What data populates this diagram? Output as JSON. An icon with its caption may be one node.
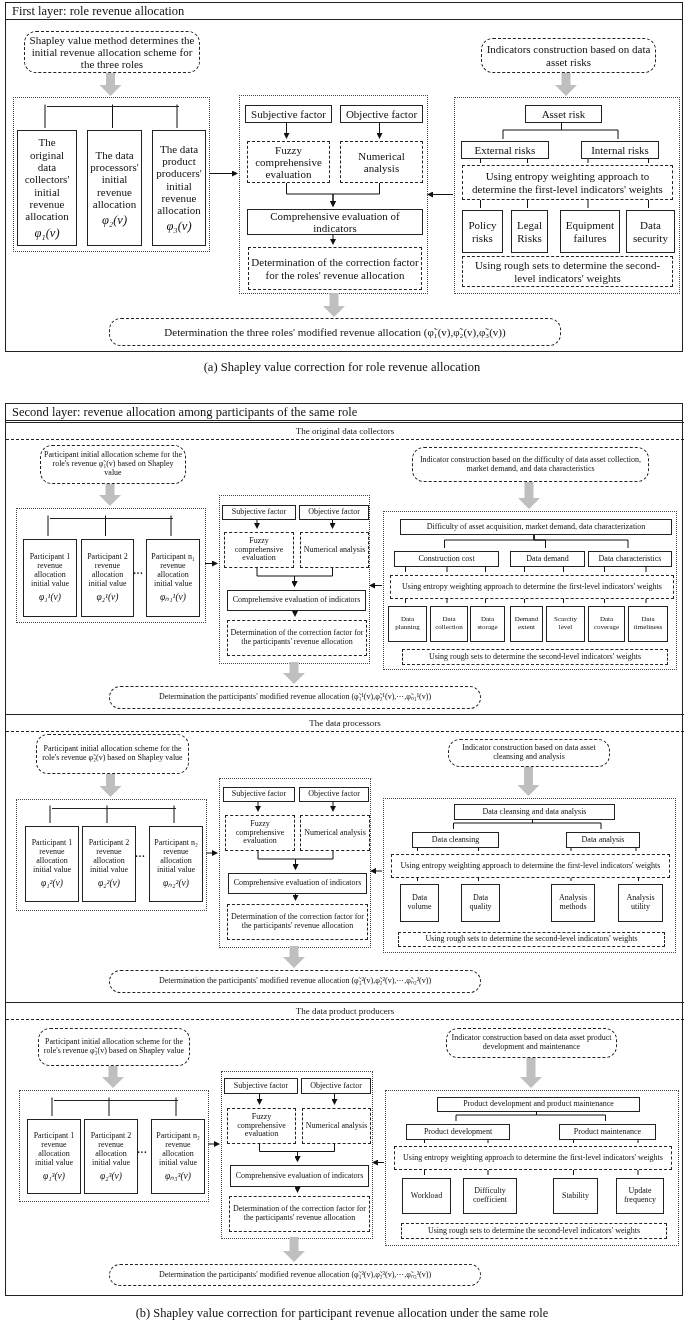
{
  "diagram": {
    "nodes": [
      {
        "text": [
          "First layer: role revenue allocation"
        ]
      },
      {
        "text": [
          "Shapley value method determines the initial revenue allocation scheme for the three roles"
        ],
        "in": 0
      },
      {
        "text": [],
        "shape": "box",
        "in": 0
      },
      {
        "text": [
          "The original data collectors' initial revenue allocation",
          "φ₁(v)"
        ],
        "in": 2
      },
      {
        "text": [
          "The data processors' initial revenue allocation",
          "φ₂(v)"
        ],
        "in": 2
      },
      {
        "text": [
          "The data product producers' initial revenue allocation",
          "φ₃(v)"
        ],
        "in": 2
      },
      {
        "text": [],
        "shape": "box",
        "in": 0
      },
      {
        "text": [
          "Subjective factor"
        ],
        "in": 6
      },
      {
        "text": [
          "Objective factor"
        ],
        "in": 6
      },
      {
        "text": [
          "Fuzzy comprehensive evaluation"
        ],
        "in": 6
      },
      {
        "text": [
          "Numerical analysis"
        ],
        "in": 6
      },
      {
        "text": [
          "Comprehensive evaluation of indicators"
        ],
        "in": 6
      },
      {
        "text": [
          "Determination of the correction factor for the roles' revenue allocation"
        ],
        "in": 6
      },
      {
        "text": [
          "Indicators construction based on data asset risks"
        ],
        "in": 0
      },
      {
        "text": [],
        "shape": "box",
        "in": 0
      },
      {
        "text": [
          "Asset risk"
        ],
        "in": 14
      },
      {
        "text": [
          "External risks"
        ],
        "in": 14
      },
      {
        "text": [
          "Internal risks"
        ],
        "in": 14
      },
      {
        "text": [
          "Using entropy weighting approach to determine the first-level indicators' weights"
        ],
        "in": 14
      },
      {
        "text": [
          "Policy risks"
        ],
        "in": 14
      },
      {
        "text": [
          "Legal Risks"
        ],
        "in": 14
      },
      {
        "text": [
          "Equipment failures"
        ],
        "in": 14
      },
      {
        "text": [
          "Data security"
        ],
        "in": 14
      },
      {
        "text": [
          "Using rough sets to determine the second-level indicators' weights"
        ],
        "in": 14
      },
      {
        "text": [
          "Determination the three roles' modified revenue allocation (φ̃₁(v),φ̃₂(v),φ̃₃(v))"
        ],
        "in": 0
      },
      {
        "text": [
          "Second layer: revenue allocation among participants of the same role"
        ]
      },
      {
        "text": [
          "The original data collectors"
        ],
        "in": 25
      },
      {
        "text": [
          "Participant initial allocation scheme for the role's revenue φ̃₁(v) based on Shapley value"
        ],
        "in": 26
      },
      {
        "text": [],
        "shape": "box",
        "in": 26
      },
      {
        "text": [
          "Participant 1 revenue allocation initial value",
          "φ₁¹(v)"
        ],
        "in": 28
      },
      {
        "text": [
          "Participant 2 revenue allocation initial value",
          "φ₂¹(v)"
        ],
        "in": 28
      },
      {
        "text": [
          "Participant n₁ revenue allocation initial value",
          "φₙ₁¹(v)"
        ],
        "in": 28
      },
      {
        "text": [],
        "shape": "box",
        "in": 26
      },
      {
        "text": [
          "Subjective factor"
        ],
        "in": 32
      },
      {
        "text": [
          "Objective factor"
        ],
        "in": 32
      },
      {
        "text": [
          "Fuzzy comprehensive evaluation"
        ],
        "in": 32
      },
      {
        "text": [
          "Numerical analysis"
        ],
        "in": 32
      },
      {
        "text": [
          "Comprehensive evaluation of indicators"
        ],
        "in": 32
      },
      {
        "text": [
          "Determination of the correction factor for the participants' revenue allocation"
        ],
        "in": 32
      },
      {
        "text": [
          "Indicator construction based on the difficulty of data asset collection, market demand, and data characteristics"
        ],
        "in": 26
      },
      {
        "text": [],
        "shape": "box",
        "in": 26
      },
      {
        "text": [
          "Difficulty of asset acquisition, market demand, data characterization"
        ],
        "in": 40
      },
      {
        "text": [
          "Construction cost"
        ],
        "in": 40
      },
      {
        "text": [
          "Data demand"
        ],
        "in": 40
      },
      {
        "text": [
          "Data characteristics"
        ],
        "in": 40
      },
      {
        "text": [
          "Using entropy weighting approach to determine the first-level indicators' weights"
        ],
        "in": 40
      },
      {
        "text": [
          "Data planning"
        ],
        "in": 40
      },
      {
        "text": [
          "Data collection"
        ],
        "in": 40
      },
      {
        "text": [
          "Data storage"
        ],
        "in": 40
      },
      {
        "text": [
          "Demand extent"
        ],
        "in": 40
      },
      {
        "text": [
          "Scarcity level"
        ],
        "in": 40
      },
      {
        "text": [
          "Data coverage"
        ],
        "in": 40
      },
      {
        "text": [
          "Data timeliness"
        ],
        "in": 40
      },
      {
        "text": [
          "Using rough sets to determine the second-level indicators' weights"
        ],
        "in": 40
      },
      {
        "text": [
          "Determination the participants' modified revenue allocation (φ̃₁¹(v),φ̃₂¹(v),⋯,φ̃ₙ₁¹(v))"
        ],
        "in": 26
      },
      {
        "text": [
          "The data processors"
        ],
        "in": 25
      },
      {
        "text": [
          "Participant initial allocation scheme for the role's revenue φ̃₂(v) based on Shapley value"
        ],
        "in": 55
      },
      {
        "text": [],
        "shape": "box",
        "in": 55
      },
      {
        "text": [
          "Participant 1 revenue allocation initial value",
          "φ₁²(v)"
        ],
        "in": 57
      },
      {
        "text": [
          "Participant 2 revenue allocation initial value",
          "φ₂²(v)"
        ],
        "in": 57
      },
      {
        "text": [
          "Participant n₂ revenue allocation initial value",
          "φₙ₂²(v)"
        ],
        "in": 57
      },
      {
        "text": [],
        "shape": "box",
        "in": 55
      },
      {
        "text": [
          "Subjective factor"
        ],
        "in": 61
      },
      {
        "text": [
          "Objective factor"
        ],
        "in": 61
      },
      {
        "text": [
          "Fuzzy comprehensive evaluation"
        ],
        "in": 61
      },
      {
        "text": [
          "Numerical analysis"
        ],
        "in": 61
      },
      {
        "text": [
          "Comprehensive evaluation of indicators"
        ],
        "in": 61
      },
      {
        "text": [
          "Determination of the correction factor for the participants' revenue allocation"
        ],
        "in": 61
      },
      {
        "text": [
          "Indicator construction based on data asset cleansing and analysis"
        ],
        "in": 55
      },
      {
        "text": [],
        "shape": "box",
        "in": 55
      },
      {
        "text": [
          "Data cleansing and data analysis"
        ],
        "in": 69
      },
      {
        "text": [
          "Data cleansing"
        ],
        "in": 69
      },
      {
        "text": [
          "Data analysis"
        ],
        "in": 69
      },
      {
        "text": [
          "Using entropy weighting approach to determine the first-level indicators' weights"
        ],
        "in": 69
      },
      {
        "text": [
          "Data volume"
        ],
        "in": 69
      },
      {
        "text": [
          "Data quality"
        ],
        "in": 69
      },
      {
        "text": [
          "Analysis methods"
        ],
        "in": 69
      },
      {
        "text": [
          "Analysis utility"
        ],
        "in": 69
      },
      {
        "text": [
          "Using rough sets to determine the second-level indicators' weights"
        ],
        "in": 69
      },
      {
        "text": [
          "Determination the participants' modified revenue allocation (φ̃₁²(v),φ̃₂²(v),⋯,φ̃ₙ₂²(v))"
        ],
        "in": 55
      },
      {
        "text": [
          "The data product producers"
        ],
        "in": 25
      },
      {
        "text": [
          "Participant initial allocation scheme for the role's revenue φ̃₃(v) based on Shapley value"
        ],
        "in": 80
      },
      {
        "text": [],
        "shape": "box",
        "in": 80
      },
      {
        "text": [
          "Participant 1 revenue allocation initial value",
          "φ₁³(v)"
        ],
        "in": 82
      },
      {
        "text": [
          "Participant 2 revenue allocation initial value",
          "φ₂³(v)"
        ],
        "in": 82
      },
      {
        "text": [
          "Participant n₂ revenue allocation initial value",
          "φₙ₃³(v)"
        ],
        "in": 82
      },
      {
        "text": [],
        "shape": "box",
        "in": 80
      },
      {
        "text": [
          "Subjective factor"
        ],
        "in": 86
      },
      {
        "text": [
          "Objective factor"
        ],
        "in": 86
      },
      {
        "text": [
          "Fuzzy comprehensive evaluation"
        ],
        "in": 86
      },
      {
        "text": [
          "Numerical analysis"
        ],
        "in": 86
      },
      {
        "text": [
          "Comprehensive evaluation of indicators"
        ],
        "in": 86
      },
      {
        "text": [
          "Determination of the correction factor for the participants' revenue allocation"
        ],
        "in": 86
      },
      {
        "text": [
          "Indicator construction based on data asset product development and maintenance"
        ],
        "in": 80
      },
      {
        "text": [],
        "shape": "box",
        "in": 80
      },
      {
        "text": [
          "Product development and product maintenance"
        ],
        "in": 94
      },
      {
        "text": [
          "Product development"
        ],
        "in": 94
      },
      {
        "text": [
          "Product maintenance"
        ],
        "in": 94
      },
      {
        "text": [
          "Using entropy weighting approach to determine the first-level indicators' weights"
        ],
        "in": 94
      },
      {
        "text": [
          "Workload"
        ],
        "in": 94
      },
      {
        "text": [
          "Difficulty coefficient"
        ],
        "in": 94
      },
      {
        "text": [
          "Stability"
        ],
        "in": 94
      },
      {
        "text": [
          "Update frequency"
        ],
        "in": 94
      },
      {
        "text": [
          "Using rough sets to determine the second-level indicators' weights"
        ],
        "in": 94
      },
      {
        "text": [
          "Determination the participants' modified revenue allocation (φ̃₁³(v),φ̃₂³(v),⋯,φ̃ₙ₃³(v))"
        ],
        "in": 80
      },
      {
        "text": [],
        "shape": "bar",
        "in": 2
      },
      {
        "text": [],
        "shape": "bar",
        "in": 28
      },
      {
        "text": [],
        "shape": "bar",
        "in": 57
      },
      {
        "text": [],
        "shape": "bar",
        "in": 82
      }
    ],
    "edges": [
      {
        "from": 1,
        "to": 2,
        "arrow": "to",
        "style": "thick",
        "color": "#bfbfbf"
      },
      {
        "from": 2,
        "to": 6,
        "arrow": "to"
      },
      {
        "from": 13,
        "to": 14,
        "arrow": "to",
        "style": "thick",
        "color": "#bfbfbf"
      },
      {
        "from": 14,
        "to": 6,
        "arrow": "to"
      },
      {
        "from": 6,
        "to": 24,
        "arrow": "to",
        "style": "thick",
        "color": "#bfbfbf"
      },
      {
        "from": 7,
        "to": 9,
        "arrow": "to"
      },
      {
        "from": 8,
        "to": 10,
        "arrow": "to"
      },
      {
        "from": 9,
        "to": 11,
        "arrow": "to"
      },
      {
        "from": 10,
        "to": 11,
        "arrow": "to"
      },
      {
        "from": 11,
        "to": 12,
        "arrow": "to"
      },
      {
        "from": 15,
        "to": 16,
        "arrow": "none"
      },
      {
        "from": 15,
        "to": 17,
        "arrow": "none"
      },
      {
        "from": 16,
        "to": 18,
        "arrow": "none"
      },
      {
        "from": 16,
        "to": 18,
        "arrow": "none"
      },
      {
        "from": 17,
        "to": 18,
        "arrow": "none"
      },
      {
        "from": 17,
        "to": 18,
        "arrow": "none"
      },
      {
        "from": 18,
        "to": 19,
        "arrow": "none"
      },
      {
        "from": 18,
        "to": 20,
        "arrow": "none"
      },
      {
        "from": 18,
        "to": 21,
        "arrow": "none"
      },
      {
        "from": 18,
        "to": 22,
        "arrow": "none"
      },
      {
        "from": 27,
        "to": 28,
        "arrow": "to",
        "style": "thick",
        "color": "#bfbfbf"
      },
      {
        "from": 28,
        "to": 32,
        "arrow": "to"
      },
      {
        "from": 39,
        "to": 40,
        "arrow": "to",
        "style": "thick",
        "color": "#bfbfbf"
      },
      {
        "from": 40,
        "to": 32,
        "arrow": "to"
      },
      {
        "from": 32,
        "to": 54,
        "arrow": "to",
        "style": "thick",
        "color": "#bfbfbf"
      },
      {
        "from": 33,
        "to": 35,
        "arrow": "to"
      },
      {
        "from": 34,
        "to": 36,
        "arrow": "to"
      },
      {
        "from": 35,
        "to": 37,
        "arrow": "to"
      },
      {
        "from": 36,
        "to": 37,
        "arrow": "to"
      },
      {
        "from": 37,
        "to": 38,
        "arrow": "to"
      },
      {
        "from": 41,
        "to": 42,
        "arrow": "none"
      },
      {
        "from": 41,
        "to": 43,
        "arrow": "none"
      },
      {
        "from": 41,
        "to": 44,
        "arrow": "none"
      },
      {
        "from": 42,
        "to": 45,
        "arrow": "none"
      },
      {
        "from": 42,
        "to": 45,
        "arrow": "none"
      },
      {
        "from": 42,
        "to": 45,
        "arrow": "none"
      },
      {
        "from": 43,
        "to": 45,
        "arrow": "none"
      },
      {
        "from": 43,
        "to": 45,
        "arrow": "none"
      },
      {
        "from": 44,
        "to": 45,
        "arrow": "none"
      },
      {
        "from": 44,
        "to": 45,
        "arrow": "none"
      },
      {
        "from": 45,
        "to": 46,
        "arrow": "none"
      },
      {
        "from": 45,
        "to": 47,
        "arrow": "none"
      },
      {
        "from": 45,
        "to": 48,
        "arrow": "none"
      },
      {
        "from": 45,
        "to": 49,
        "arrow": "none"
      },
      {
        "from": 45,
        "to": 50,
        "arrow": "none"
      },
      {
        "from": 45,
        "to": 51,
        "arrow": "none"
      },
      {
        "from": 45,
        "to": 52,
        "arrow": "none"
      },
      {
        "from": 56,
        "to": 57,
        "arrow": "to",
        "style": "thick",
        "color": "#bfbfbf"
      },
      {
        "from": 57,
        "to": 61,
        "arrow": "to"
      },
      {
        "from": 68,
        "to": 69,
        "arrow": "to",
        "style": "thick",
        "color": "#bfbfbf"
      },
      {
        "from": 69,
        "to": 61,
        "arrow": "to"
      },
      {
        "from": 61,
        "to": 79,
        "arrow": "to",
        "style": "thick",
        "color": "#bfbfbf"
      },
      {
        "from": 62,
        "to": 64,
        "arrow": "to"
      },
      {
        "from": 63,
        "to": 65,
        "arrow": "to"
      },
      {
        "from": 64,
        "to": 66,
        "arrow": "to"
      },
      {
        "from": 65,
        "to": 66,
        "arrow": "to"
      },
      {
        "from": 66,
        "to": 67,
        "arrow": "to"
      },
      {
        "from": 70,
        "to": 71,
        "arrow": "none"
      },
      {
        "from": 70,
        "to": 72,
        "arrow": "none"
      },
      {
        "from": 71,
        "to": 73,
        "arrow": "none"
      },
      {
        "from": 71,
        "to": 73,
        "arrow": "none"
      },
      {
        "from": 72,
        "to": 73,
        "arrow": "none"
      },
      {
        "from": 72,
        "to": 73,
        "arrow": "none"
      },
      {
        "from": 73,
        "to": 74,
        "arrow": "none"
      },
      {
        "from": 73,
        "to": 75,
        "arrow": "none"
      },
      {
        "from": 73,
        "to": 76,
        "arrow": "none"
      },
      {
        "from": 73,
        "to": 77,
        "arrow": "none"
      },
      {
        "from": 81,
        "to": 82,
        "arrow": "to",
        "style": "thick",
        "color": "#bfbfbf"
      },
      {
        "from": 82,
        "to": 86,
        "arrow": "to"
      },
      {
        "from": 93,
        "to": 94,
        "arrow": "to",
        "style": "thick",
        "color": "#bfbfbf"
      },
      {
        "from": 94,
        "to": 86,
        "arrow": "to"
      },
      {
        "from": 86,
        "to": 104,
        "arrow": "to",
        "style": "thick",
        "color": "#bfbfbf"
      },
      {
        "from": 87,
        "to": 89,
        "arrow": "to"
      },
      {
        "from": 88,
        "to": 90,
        "arrow": "to"
      },
      {
        "from": 89,
        "to": 91,
        "arrow": "to"
      },
      {
        "from": 90,
        "to": 91,
        "arrow": "to"
      },
      {
        "from": 91,
        "to": 92,
        "arrow": "to"
      },
      {
        "from": 95,
        "to": 96,
        "arrow": "none"
      },
      {
        "from": 95,
        "to": 97,
        "arrow": "none"
      },
      {
        "from": 96,
        "to": 98,
        "arrow": "none"
      },
      {
        "from": 96,
        "to": 98,
        "arrow": "none"
      },
      {
        "from": 97,
        "to": 98,
        "arrow": "none"
      },
      {
        "from": 97,
        "to": 98,
        "arrow": "none"
      },
      {
        "from": 98,
        "to": 99,
        "arrow": "none"
      },
      {
        "from": 98,
        "to": 100,
        "arrow": "none"
      },
      {
        "from": 98,
        "to": 101,
        "arrow": "none"
      },
      {
        "from": 98,
        "to": 102,
        "arrow": "none"
      },
      {
        "from": 105,
        "to": 3,
        "arrow": "none"
      },
      {
        "from": 105,
        "to": 4,
        "arrow": "none"
      },
      {
        "from": 105,
        "to": 5,
        "arrow": "none"
      },
      {
        "from": 106,
        "to": 29,
        "arrow": "none"
      },
      {
        "from": 106,
        "to": 30,
        "arrow": "none"
      },
      {
        "from": 106,
        "to": 31,
        "arrow": "none"
      },
      {
        "from": 107,
        "to": 58,
        "arrow": "none"
      },
      {
        "from": 107,
        "to": 59,
        "arrow": "none"
      },
      {
        "from": 107,
        "to": 60,
        "arrow": "none"
      },
      {
        "from": 108,
        "to": 83,
        "arrow": "none"
      },
      {
        "from": 108,
        "to": 84,
        "arrow": "none"
      },
      {
        "from": 108,
        "to": 85,
        "arrow": "none"
      }
    ],
    "labels": [
      "(a) Shapley value correction for role revenue allocation",
      "···",
      "···",
      "···",
      "(b) Shapley value correction for participant revenue allocation under the same role"
    ]
  }
}
